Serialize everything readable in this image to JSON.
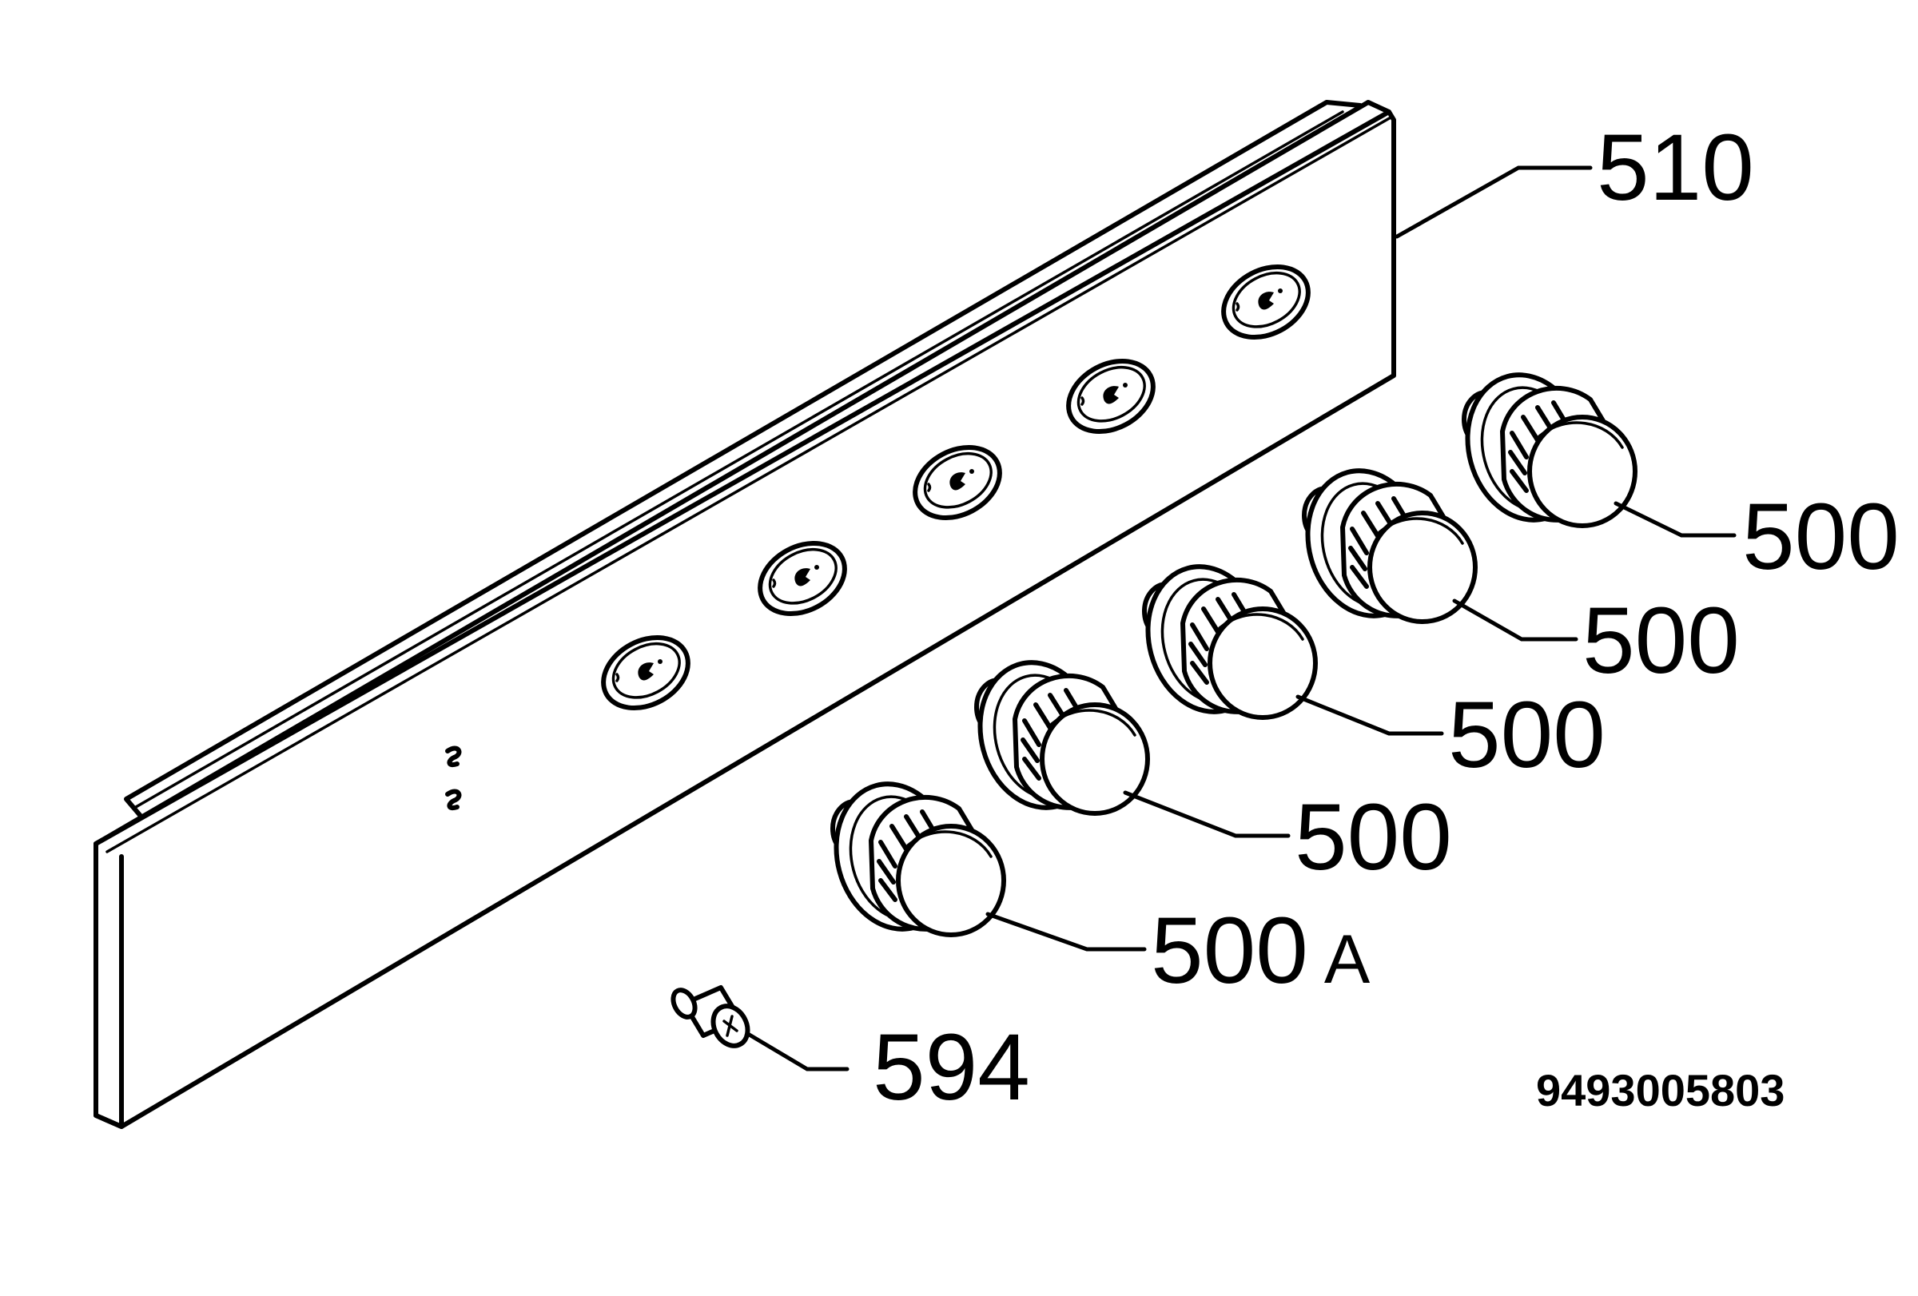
{
  "callouts": {
    "panel": "510",
    "knob_1": "500",
    "knob_2": "500",
    "knob_3": "500",
    "knob_4": "500",
    "knob_a": "500",
    "knob_a_suffix": "A",
    "screw": "594"
  },
  "document_number": "9493005803"
}
